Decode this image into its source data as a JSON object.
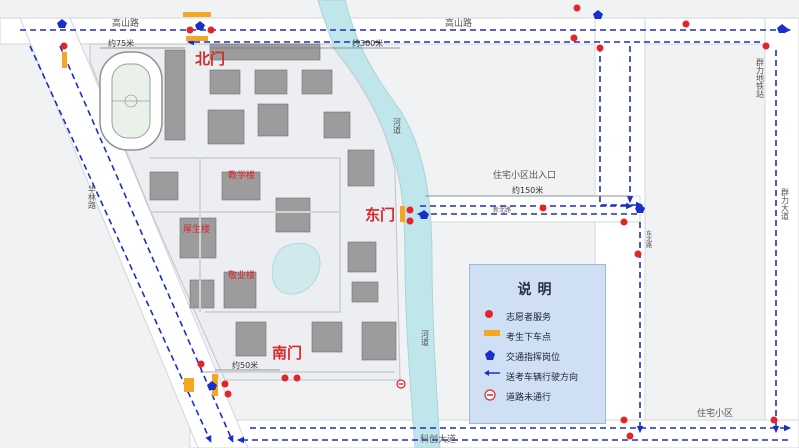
{
  "roads": {
    "north_left": "高山路",
    "north_right": "高山路",
    "west_road": "华林路",
    "east_road": "群力大道",
    "south_road": "科创大道",
    "metro": "群力地铁站",
    "river": "河道",
    "river_south": "河道",
    "east_gate_road": "新北路",
    "east_inner_road": "东北路"
  },
  "gates": {
    "north": "北门",
    "east": "东门",
    "south": "南门"
  },
  "buildings": {
    "teaching": "教学楼",
    "dormitory": "厚生楼",
    "study": "敬业楼"
  },
  "distances": {
    "north_left": "约75米",
    "north_right": "约300米",
    "east": "约150米",
    "south": "约50米"
  },
  "areas": {
    "residential_entrance": "住宅小区出入口",
    "residential": "住宅小区"
  },
  "legend": {
    "title": "说明",
    "items": [
      {
        "icon": "volunteer-dot-icon",
        "label": "志愿者服务",
        "color": "#e3242b"
      },
      {
        "icon": "dropoff-bar-icon",
        "label": "考生下车点",
        "color": "#f5a623"
      },
      {
        "icon": "traffic-post-pentagon-icon",
        "label": "交通指挥岗位",
        "color": "#1a2fc9"
      },
      {
        "icon": "direction-arrow-icon",
        "label": "送考车辆行驶方向",
        "color": "#1a2fc9"
      },
      {
        "icon": "no-entry-icon",
        "label": "道路未通行",
        "color": "#e3242b"
      }
    ]
  },
  "colors": {
    "volunteer": "#e3242b",
    "dropoff": "#f5a623",
    "traffic": "#1a2fc9",
    "route": "#1a2fc9",
    "river": "#bfe6ea",
    "road": "#ffffff",
    "building": "#9c9c9c"
  }
}
